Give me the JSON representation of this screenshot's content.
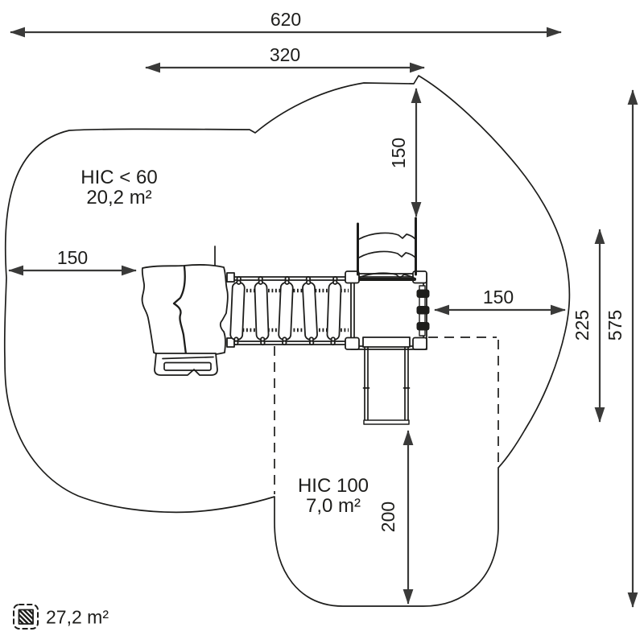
{
  "diagram": {
    "type": "playground-safety-area-plan",
    "colors": {
      "line": "#1d1d1b",
      "dimension": "#3a3a39",
      "background": "#ffffff"
    },
    "dimensions": {
      "total_width": {
        "label": "620"
      },
      "equipment_width": {
        "label": "320"
      },
      "top_clearance": {
        "label": "150"
      },
      "left_clearance": {
        "label": "150"
      },
      "right_clearance": {
        "label": "150"
      },
      "right_inner_height": {
        "label": "225"
      },
      "total_height": {
        "label": "575"
      },
      "slide_clearance": {
        "label": "200"
      }
    },
    "zones": {
      "main_zone": {
        "name": "HIC < 60",
        "area": "20,2 m²"
      },
      "slide_zone": {
        "name": "HIC 100",
        "area": "7,0 m²"
      }
    },
    "legend": {
      "total_area": "27,2 m²",
      "icon": "hatched-square-icon"
    }
  }
}
